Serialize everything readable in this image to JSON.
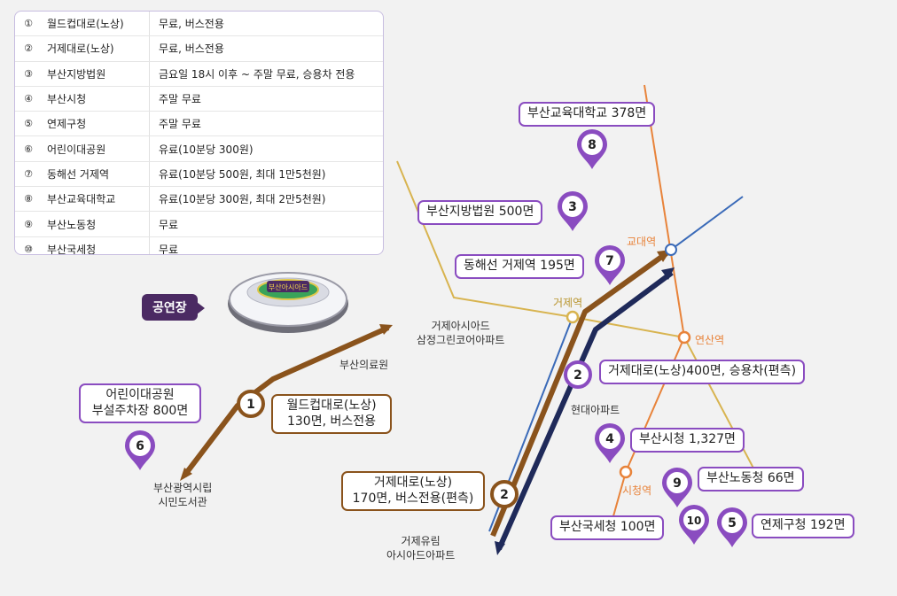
{
  "legend": [
    {
      "num": "①",
      "name": "월드컵대로(노상)",
      "desc": "무료, 버스전용"
    },
    {
      "num": "②",
      "name": "거제대로(노상)",
      "desc": "무료, 버스전용"
    },
    {
      "num": "③",
      "name": "부산지방법원",
      "desc": "금요일 18시 이후 ~ 주말 무료, 승용차 전용"
    },
    {
      "num": "④",
      "name": "부산시청",
      "desc": "주말 무료"
    },
    {
      "num": "⑤",
      "name": "연제구청",
      "desc": "주말 무료"
    },
    {
      "num": "⑥",
      "name": "어린이대공원",
      "desc": "유료(10분당 300원)"
    },
    {
      "num": "⑦",
      "name": "동해선 거제역",
      "desc": "유료(10분당 500원, 최대 1만5천원)"
    },
    {
      "num": "⑧",
      "name": "부산교육대학교",
      "desc": "유료(10분당 300원, 최대 2만5천원)"
    },
    {
      "num": "⑨",
      "name": "부산노동청",
      "desc": "무료"
    },
    {
      "num": "⑩",
      "name": "부산국세청",
      "desc": "무료"
    }
  ],
  "venue_label": "공연장",
  "venue_sign": "부산아시아드",
  "pins": [
    "8",
    "3",
    "7",
    "6",
    "4",
    "9",
    "10",
    "5"
  ],
  "route_badges": [
    "1",
    "2",
    "2"
  ],
  "labels": {
    "busan_edu": "부산교육대학교 378면",
    "court": "부산지방법원 500면",
    "geoje_station": "동해선 거제역 195면",
    "childrens_park_1": "어린이대공원",
    "childrens_park_2": "부설주차장 800면",
    "worldcup_1": "월드컵대로(노상)",
    "worldcup_2": "130면, 버스전용",
    "geoje_road_top": "거제대로(노상)400면, 승용차(편측)",
    "geoje_road_bot_1": "거제대로(노상)",
    "geoje_road_bot_2": "170면, 버스전용(편측)",
    "city_hall": "부산시청 1,327면",
    "labor": "부산노동청 66면",
    "tax": "부산국세청 100면",
    "yeonje": "연제구청 192면"
  },
  "places": {
    "asiad_apt_1": "거제아시아드",
    "asiad_apt_2": "삼정그린코어아파트",
    "medical": "부산의료원",
    "library_1": "부산광역시립",
    "library_2": "시민도서관",
    "hyundai": "현대아파트",
    "yurim_1": "거제유림",
    "yurim_2": "아시아드아파트"
  },
  "stations": {
    "gyodae": "교대역",
    "geoje": "거제역",
    "yeonsan": "연산역",
    "sicheong": "시청역"
  },
  "colors": {
    "purple": "#8a4cc0",
    "brown": "#8a531c",
    "navy": "#1f2a5a",
    "orange_line": "#e8833a",
    "yellow_line": "#d8b450",
    "blue_line": "#3a6ab8"
  }
}
